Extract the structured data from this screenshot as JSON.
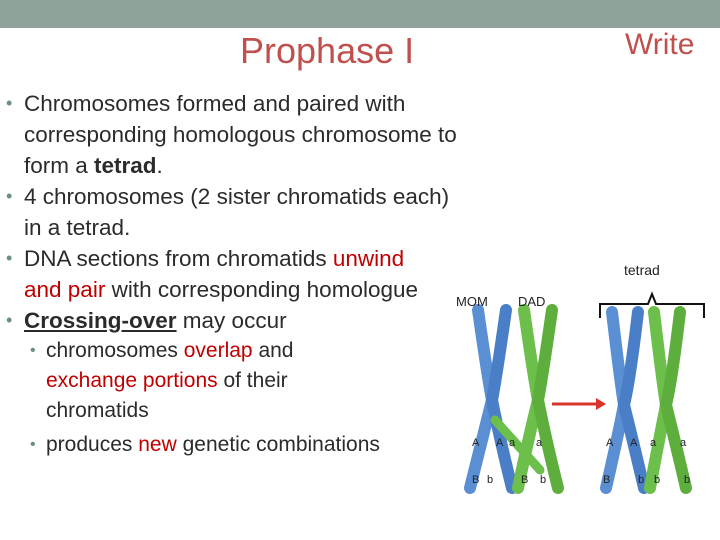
{
  "slide": {
    "title": "Prophase I",
    "write_label": "Write"
  },
  "bullets": [
    {
      "part1": "Chromosomes formed and paired with corresponding homologous chromosome to form a ",
      "tetrad_word": "tetrad",
      "part2": "."
    },
    {
      "text": "4 chromosomes (2 sister chromatids each) in a tetrad."
    },
    {
      "part1": "DNA sections from chromatids ",
      "unwind": "unwind",
      "space": " ",
      "pair": "and pair",
      "part2": " with corresponding homologue"
    },
    {
      "crossing": "Crossing-over",
      "rest": " may occur",
      "sub": [
        {
          "part1": "chromosomes ",
          "overlap": "overlap",
          "and": " and ",
          "exchange": "exchange portions",
          "part2": " of their chromatids"
        },
        {
          "part1": "produces ",
          "new": "new",
          "part2": " genetic combinations"
        }
      ]
    }
  ],
  "figure": {
    "tetrad_label": "tetrad",
    "mom_label": "MOM",
    "dad_label": "DAD",
    "allele_labels_left": [
      "A",
      "A",
      "a",
      "a",
      "B",
      "b",
      "B",
      "b"
    ],
    "allele_labels_right": [
      "A",
      "A",
      "a",
      "a",
      "B",
      "b",
      "b",
      "b"
    ],
    "colors": {
      "mom": "#5b8fd4",
      "dad": "#6cbf4a",
      "arrow": "#d9342b"
    }
  }
}
